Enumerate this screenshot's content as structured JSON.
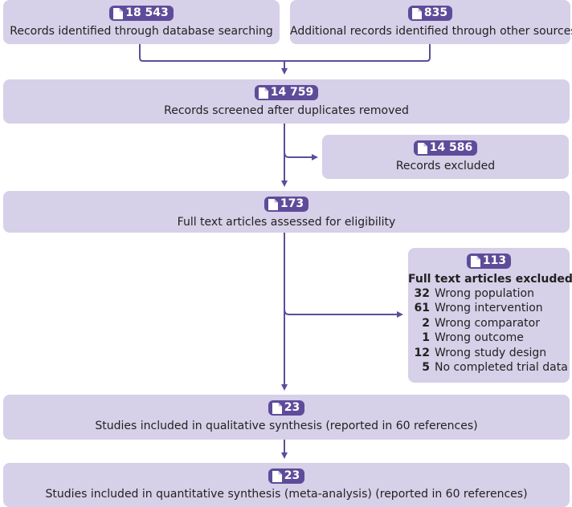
{
  "boxes": {
    "db_search": {
      "count": "18 543",
      "label": "Records identified through database searching"
    },
    "other": {
      "count": "835",
      "label": "Additional records identified through other sources"
    },
    "screened": {
      "count": "14 759",
      "label": "Records screened after duplicates removed"
    },
    "excluded": {
      "count": "14 586",
      "label": "Records excluded"
    },
    "fulltext": {
      "count": "173",
      "label": "Full text articles assessed for eligibility"
    },
    "ft_excluded": {
      "count": "113",
      "label": "Full text articles excluded",
      "reasons": [
        {
          "n": "32",
          "text": "Wrong population"
        },
        {
          "n": "61",
          "text": "Wrong intervention"
        },
        {
          "n": "2",
          "text": "Wrong comparator"
        },
        {
          "n": "1",
          "text": "Wrong outcome"
        },
        {
          "n": "12",
          "text": "Wrong study design"
        },
        {
          "n": "5",
          "text": "No completed trial data"
        }
      ]
    },
    "qualitative": {
      "count": "23",
      "label": "Studies included in qualitative synthesis (reported in 60 references)"
    },
    "quantitative": {
      "count": "23",
      "label": "Studies included in quantitative synthesis (meta-analysis) (reported in 60 references)"
    }
  },
  "colors": {
    "box": "#d6d0e8",
    "accent": "#5e4c9a"
  },
  "icon": "document-icon"
}
